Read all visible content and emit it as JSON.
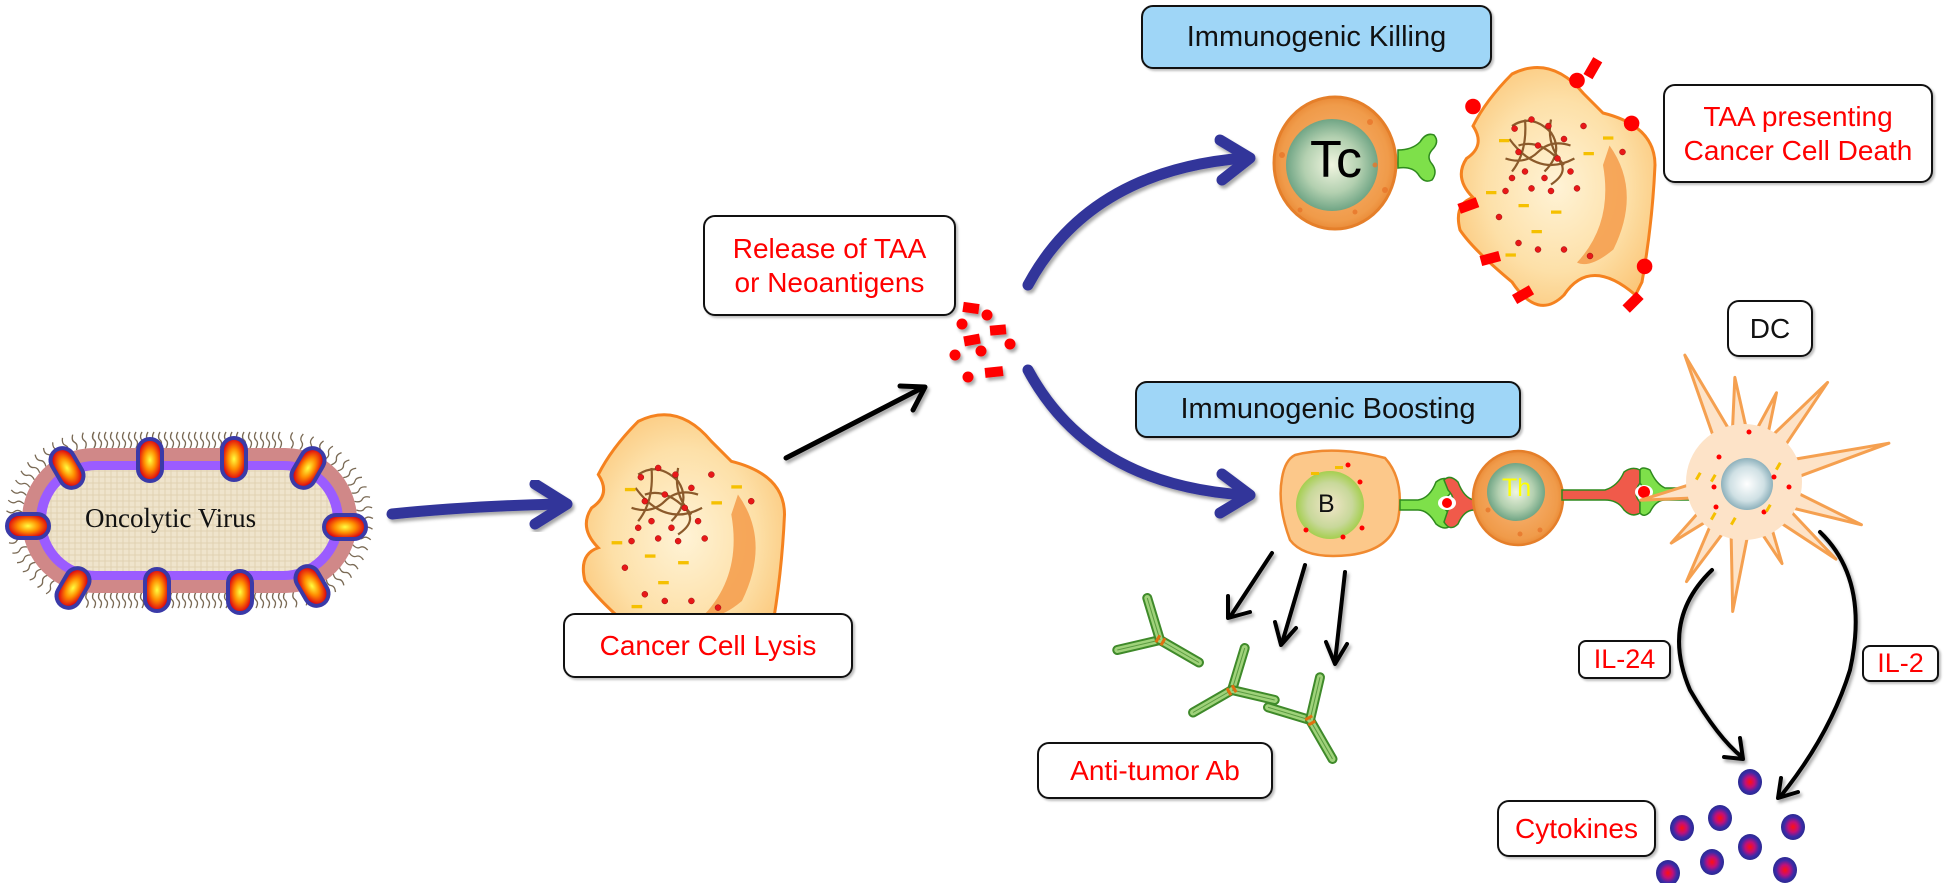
{
  "title": "Oncolytic virus mediated anti-tumor immunity",
  "colors": {
    "label_text": "#ff0000",
    "header_fill": "#9fd6f7",
    "arrow_main": "#33369a",
    "arrow_secondary": "#000000",
    "cell_fill": "#fbd08a",
    "cell_outline": "#f5821f",
    "antigen": "#ff0000",
    "receptor_green": "#7ee04a",
    "receptor_red": "#f05a4a",
    "virus_membrane_outer": "#d08888",
    "virus_membrane_inner": "#9b5cff",
    "cytokine_outer": "#2e2ea0"
  },
  "nodes": {
    "virus": {
      "label": "Oncolytic Virus"
    },
    "lysis": {
      "label": "Cancer Cell Lysis"
    },
    "release": {
      "label": "Release of TAA\nor Neoantigens"
    },
    "killing_header": {
      "label": "Immunogenic Killing"
    },
    "tc_cell": {
      "label": "Tc"
    },
    "taa_death": {
      "label": "TAA presenting\nCancer Cell Death"
    },
    "boosting_header": {
      "label": "Immunogenic Boosting"
    },
    "b_cell": {
      "label": "B"
    },
    "th_cell": {
      "label": "Th"
    },
    "dc": {
      "label": "DC"
    },
    "antibody": {
      "label": "Anti-tumor Ab"
    },
    "il24": {
      "label": "IL-24"
    },
    "il2": {
      "label": "IL-2"
    },
    "cytokines": {
      "label": "Cytokines"
    }
  },
  "edges": [
    {
      "from": "Oncolytic Virus",
      "to": "Cancer Cell Lysis"
    },
    {
      "from": "Cancer Cell Lysis",
      "to": "Release of TAA or Neoantigens"
    },
    {
      "from": "Release of TAA or Neoantigens",
      "to": "Immunogenic Killing"
    },
    {
      "from": "Release of TAA or Neoantigens",
      "to": "Immunogenic Boosting"
    },
    {
      "from": "B",
      "to": "Anti-tumor Ab"
    },
    {
      "from": "DC",
      "to": "Cytokines",
      "label": "IL-24"
    },
    {
      "from": "DC",
      "to": "Cytokines",
      "label": "IL-2"
    }
  ]
}
